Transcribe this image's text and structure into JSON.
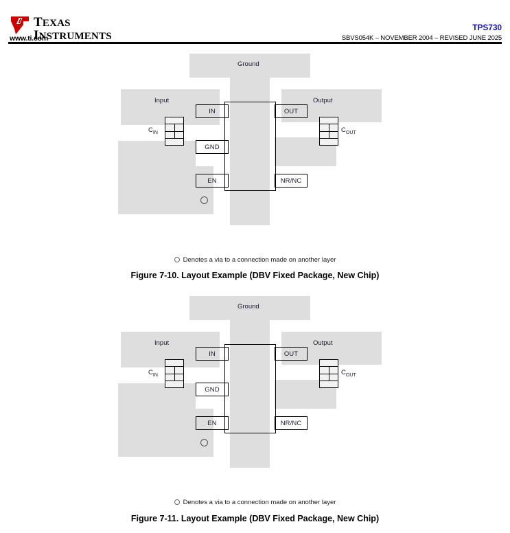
{
  "header": {
    "logo_line_1": "EXAS",
    "logo_cap_1": "T",
    "logo_line_2": "NSTRUMENTS",
    "logo_cap_2": "I",
    "url": "www.ti.com",
    "part_number": "TPS730",
    "doc_id": "SBVS054K – NOVEMBER 2004 – REVISED JUNE 2025",
    "accent_color": "#1717c4",
    "logo_red": "#cc0000"
  },
  "figures": [
    {
      "id": "figure-1",
      "caption": "Figure 7-10. Layout Example (DBV Fixed Package, New Chip)",
      "via_note": "Denotes a via to a connection made on another layer",
      "planes": [
        {
          "name": "ground-plane",
          "label": "Ground"
        },
        {
          "name": "input-plane",
          "label": "Input"
        },
        {
          "name": "output-plane",
          "label": "Output"
        },
        {
          "name": "ground-stem",
          "label": ""
        },
        {
          "name": "input-lower-plane",
          "label": ""
        },
        {
          "name": "output-lower-plane",
          "label": ""
        },
        {
          "name": "enable-strip",
          "label": ""
        },
        {
          "name": "input-trace",
          "label": ""
        },
        {
          "name": "output-trace",
          "label": ""
        }
      ],
      "pins": [
        {
          "name": "pin-in",
          "label": "IN"
        },
        {
          "name": "pin-gnd",
          "label": "GND"
        },
        {
          "name": "pin-en",
          "label": "EN"
        },
        {
          "name": "pin-out",
          "label": "OUT"
        },
        {
          "name": "pin-nr-nc",
          "label": "NR/NC"
        }
      ],
      "capacitors": [
        {
          "name": "cap-in",
          "label": "C",
          "sub": "IN"
        },
        {
          "name": "cap-out",
          "label": "C",
          "sub": "OUT"
        }
      ]
    },
    {
      "id": "figure-2",
      "caption": "Figure 7-11. Layout Example (DBV Fixed Package, New Chip)",
      "via_note": "Denotes a via to a connection made on another layer",
      "planes": [
        {
          "name": "ground-plane",
          "label": "Ground"
        },
        {
          "name": "input-plane",
          "label": "Input"
        },
        {
          "name": "output-plane",
          "label": "Output"
        },
        {
          "name": "ground-stem",
          "label": ""
        },
        {
          "name": "input-lower-plane",
          "label": ""
        },
        {
          "name": "output-lower-plane",
          "label": ""
        },
        {
          "name": "enable-strip",
          "label": ""
        },
        {
          "name": "input-trace",
          "label": ""
        },
        {
          "name": "output-trace",
          "label": ""
        }
      ],
      "pins": [
        {
          "name": "pin-in",
          "label": "IN"
        },
        {
          "name": "pin-gnd",
          "label": "GND"
        },
        {
          "name": "pin-en",
          "label": "EN"
        },
        {
          "name": "pin-out",
          "label": "OUT"
        },
        {
          "name": "pin-nr-nc",
          "label": "NR/NC"
        }
      ],
      "capacitors": [
        {
          "name": "cap-in",
          "label": "C",
          "sub": "IN"
        },
        {
          "name": "cap-out",
          "label": "C",
          "sub": "OUT"
        }
      ]
    }
  ]
}
